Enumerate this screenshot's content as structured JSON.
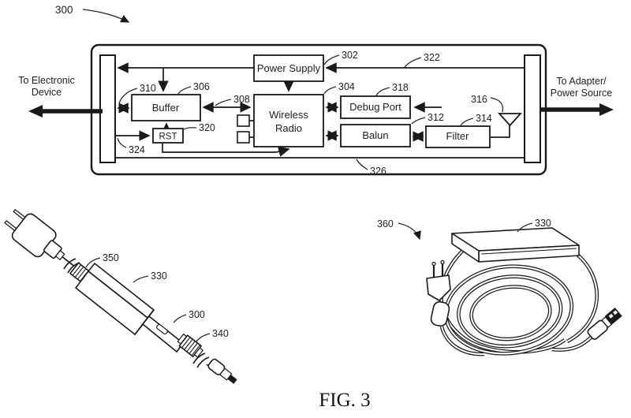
{
  "figure": {
    "caption": "FIG. 3"
  },
  "colors": {
    "ink": "#1a1a1a",
    "background": "#ffffff"
  },
  "block_diagram": {
    "housing_ref": "300",
    "left_port": {
      "line1": "To Electronic",
      "line2": "Device"
    },
    "right_port": {
      "line1": "To Adapter/",
      "line2": "Power Source"
    },
    "blocks": {
      "power_supply": {
        "label": "Power Supply",
        "ref": "302"
      },
      "buffer": {
        "label": "Buffer",
        "ref": "306"
      },
      "wireless_radio": {
        "label_line1": "Wireless",
        "label_line2": "Radio",
        "ref": "304"
      },
      "debug_port": {
        "label": "Debug Port",
        "ref": "318"
      },
      "balun": {
        "label": "Balun",
        "ref": "312"
      },
      "filter": {
        "label": "Filter",
        "ref": "314"
      },
      "rst": {
        "label": "RST",
        "ref": "320"
      }
    },
    "refs": {
      "top_bus": "322",
      "buffer_bus": "310",
      "radio_bus": "308",
      "antenna": "316",
      "rst_line": "324",
      "bottom_bus": "326"
    }
  },
  "illustrations": {
    "inline_adapter": {
      "connector_in_ref": "350",
      "sleeve_ref": "330",
      "dongle_ref": "300",
      "connector_out_ref": "340"
    },
    "cable_assembly": {
      "assembly_ref": "360",
      "brick_ref": "330"
    }
  }
}
